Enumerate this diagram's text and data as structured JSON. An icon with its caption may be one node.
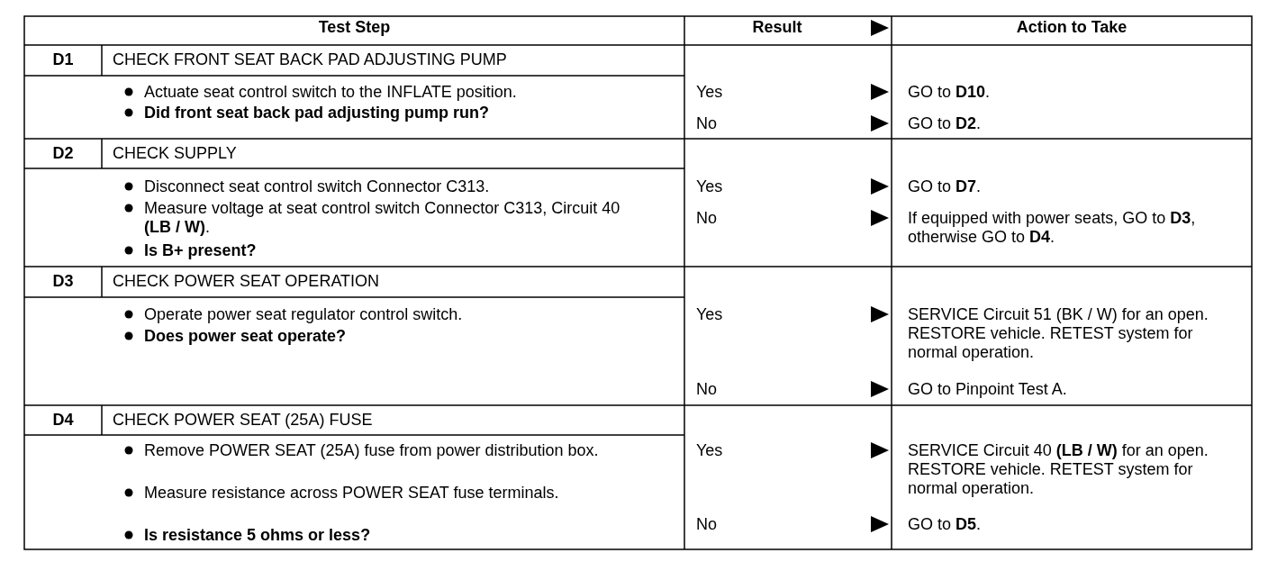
{
  "diagram": {
    "labels": [
      "Test Step",
      "Result",
      "Action to Take",
      "D1",
      "CHECK FRONT SEAT BACK PAD ADJUSTING PUMP",
      "Actuate seat control switch to the INFLATE position.",
      "Did front seat back pad adjusting pump run?",
      "Yes",
      "GO to **D10**.",
      "No",
      "GO to **D2**.",
      "D2",
      "CHECK SUPPLY",
      "Disconnect seat control switch Connector C313.",
      "Measure voltage at seat control switch Connector C313, Circuit 40 **(LB / W)**.",
      "Is B+ present?",
      "Yes",
      "GO to **D7**.",
      "No",
      "If equipped with power seats, GO to **D3**, otherwise GO to **D4**.",
      "D3",
      "CHECK POWER SEAT OPERATION",
      "Operate power seat regulator control switch.",
      "Does power seat operate?",
      "Yes",
      "SERVICE Circuit 51 (BK / W) for an open. RESTORE vehicle. RETEST system for normal operation.",
      "No",
      "GO to Pinpoint Test A.",
      "D4",
      "CHECK POWER SEAT (25A) FUSE",
      "Remove POWER SEAT (25A) fuse from power distribution box.",
      "Measure resistance across POWER SEAT fuse terminals.",
      "Is resistance 5 ohms or less?",
      "Yes",
      "SERVICE Circuit 40 **(LB / W)** for an open. RESTORE vehicle. RETEST system for normal operation.",
      "No",
      "GO to **D5**."
    ]
  }
}
